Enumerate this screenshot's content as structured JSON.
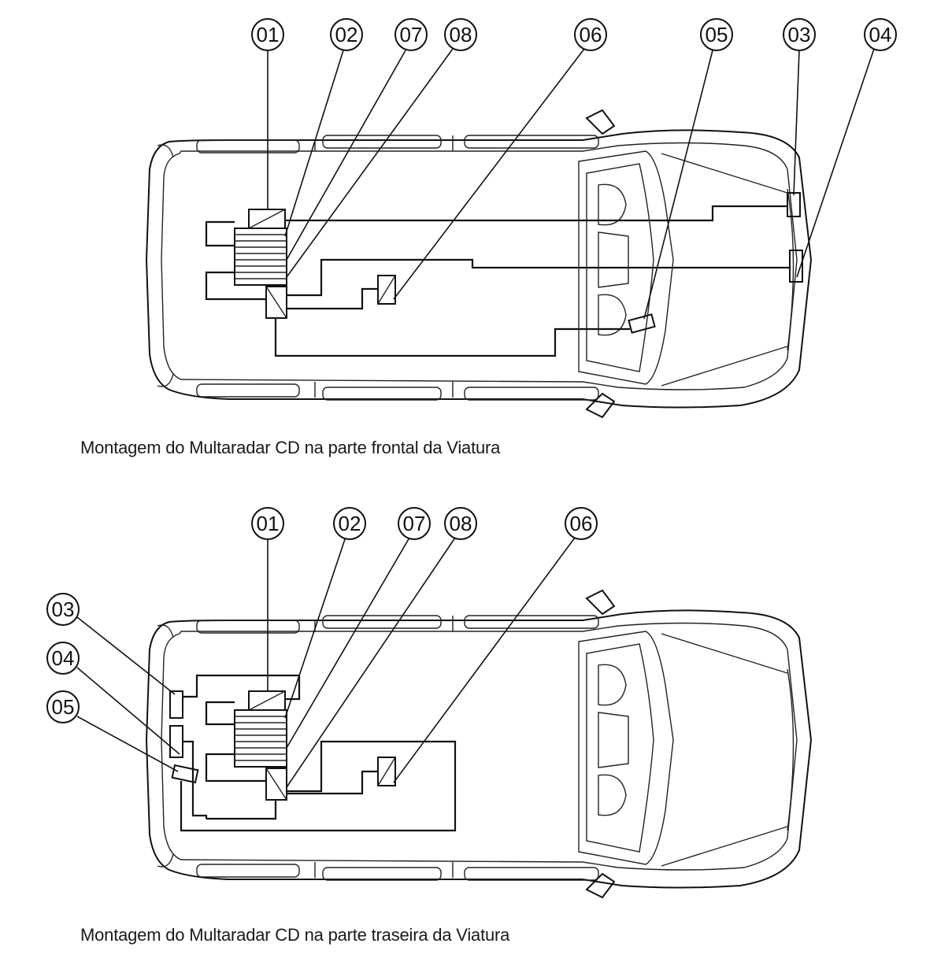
{
  "diagrams": [
    {
      "id": "front",
      "caption": "Montagem do Multaradar CD na parte frontal da Viatura",
      "callouts": [
        "01",
        "02",
        "07",
        "08",
        "06",
        "05",
        "03",
        "04"
      ]
    },
    {
      "id": "rear",
      "caption": "Montagem do Multaradar CD na parte traseira da Viatura",
      "callouts": [
        "01",
        "02",
        "07",
        "08",
        "06",
        "03",
        "04",
        "05"
      ]
    }
  ]
}
